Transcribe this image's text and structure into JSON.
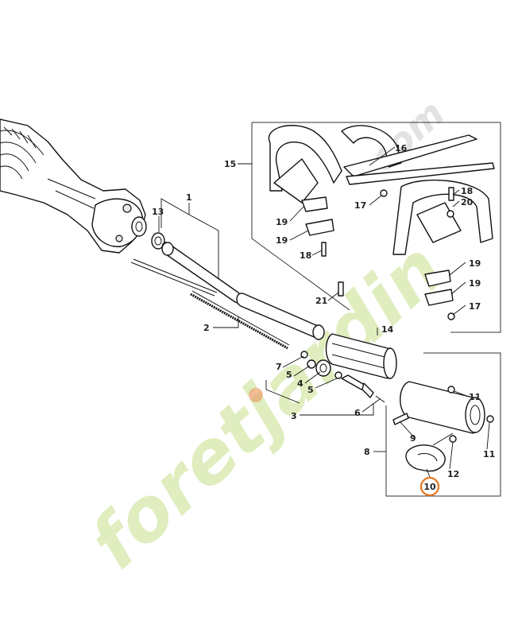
{
  "watermark": {
    "text": "foretjardin",
    "suffix": ".com",
    "color_green": "#b5d56a",
    "color_orange": "#e8a06a"
  },
  "highlight": {
    "label": "10",
    "ring_color": "#e87722"
  },
  "callouts": [
    {
      "id": "c1",
      "label": "1"
    },
    {
      "id": "c2",
      "label": "2"
    },
    {
      "id": "c3",
      "label": "3"
    },
    {
      "id": "c4",
      "label": "4"
    },
    {
      "id": "c5a",
      "label": "5"
    },
    {
      "id": "c5b",
      "label": "5"
    },
    {
      "id": "c6",
      "label": "6"
    },
    {
      "id": "c7",
      "label": "7"
    },
    {
      "id": "c8",
      "label": "8"
    },
    {
      "id": "c9",
      "label": "9"
    },
    {
      "id": "c11a",
      "label": "11"
    },
    {
      "id": "c11b",
      "label": "11"
    },
    {
      "id": "c12",
      "label": "12"
    },
    {
      "id": "c13",
      "label": "13"
    },
    {
      "id": "c14",
      "label": "14"
    },
    {
      "id": "c15",
      "label": "15"
    },
    {
      "id": "c16",
      "label": "16"
    },
    {
      "id": "c17a",
      "label": "17"
    },
    {
      "id": "c17b",
      "label": "17"
    },
    {
      "id": "c18a",
      "label": "18"
    },
    {
      "id": "c18b",
      "label": "18"
    },
    {
      "id": "c19a",
      "label": "19"
    },
    {
      "id": "c19b",
      "label": "19"
    },
    {
      "id": "c19c",
      "label": "19"
    },
    {
      "id": "c19d",
      "label": "19"
    },
    {
      "id": "c20",
      "label": "20"
    },
    {
      "id": "c21",
      "label": "21"
    }
  ]
}
